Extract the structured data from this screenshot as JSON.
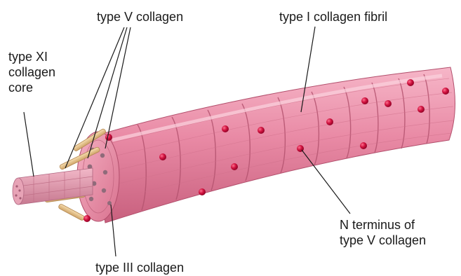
{
  "labels": {
    "type_v_collagen": "type V collagen",
    "type_i_fibril": "type I collagen fibril",
    "type_xi_core": [
      "type XI",
      "collagen",
      "core"
    ],
    "n_terminus": [
      "N terminus of",
      "type V collagen"
    ],
    "type_iii_collagen": "type III collagen"
  },
  "colors": {
    "fibril_face": "#e98aa5",
    "fibril_side": "#e07893",
    "fibril_stripe": "#c85f7b",
    "n_terminus_dot": "#d0123f",
    "type_v_rod": "#e9c58a",
    "type_xi_core": "#d58aa0",
    "leader_line": "#1a1a1a"
  }
}
